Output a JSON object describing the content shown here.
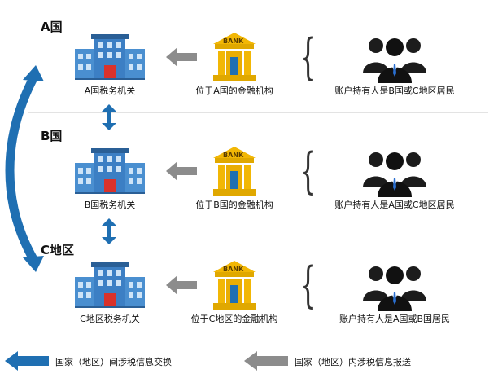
{
  "regions": [
    {
      "title": "A国",
      "tax_authority": "A国税务机关",
      "bank_sign": "BANK",
      "institution": "位于A国的金融机构",
      "holders": "账户持有人是B国或C地区居民"
    },
    {
      "title": "B国",
      "tax_authority": "B国税务机关",
      "bank_sign": "BANK",
      "institution": "位于B国的金融机构",
      "holders": "账户持有人是A国或C地区居民"
    },
    {
      "title": "C地区",
      "tax_authority": "C地区税务机关",
      "bank_sign": "BANK",
      "institution": "位于C地区的金融机构",
      "holders": "账户持有人是A国或B国居民"
    }
  ],
  "legend": {
    "international_exchange": "国家（地区）间涉税信息交换",
    "domestic_reporting": "国家（地区）内涉税信息报送"
  },
  "colors": {
    "exchange_blue": "#1f6fb2",
    "reporting_gray": "#8c8c8c",
    "building_blue": "#3c7fc4",
    "bank_gold": "#f2b705",
    "suit_dark": "#1c1c1c"
  }
}
